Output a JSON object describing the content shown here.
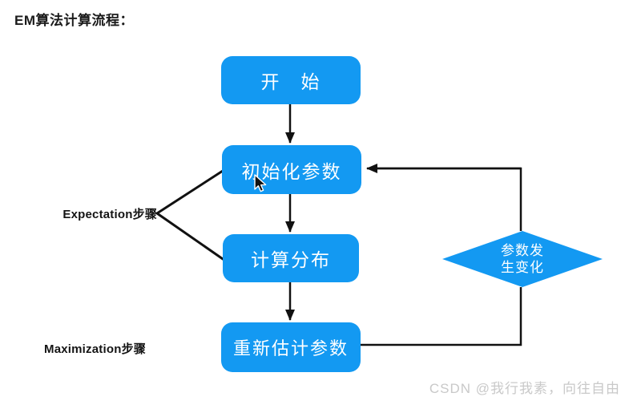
{
  "title": "EM算法计算流程：",
  "flowchart": {
    "nodes": {
      "start": "开　始",
      "init": "初始化参数",
      "compute": "计算分布",
      "reestimate": "重新估计参数"
    },
    "decision": {
      "line1": "参数发",
      "line2": "生变化"
    },
    "step_labels": {
      "expectation": "Expectation步骤",
      "maximization": "Maximization步骤"
    }
  },
  "colors": {
    "node_fill": "#1399f2",
    "connector": "#111111",
    "node_text": "#ffffff",
    "watermark_text": "#c9c9c9"
  },
  "watermark": "CSDN @我行我素，向往自由"
}
